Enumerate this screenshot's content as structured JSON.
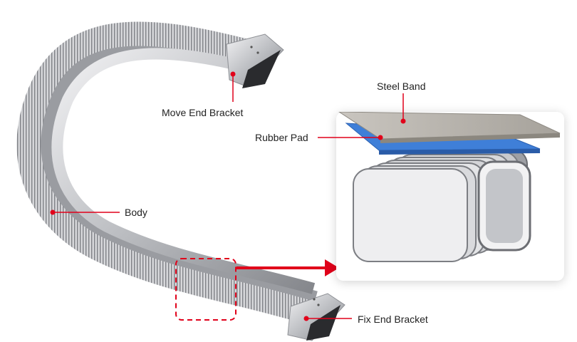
{
  "labels": {
    "move_end_bracket": "Move End Bracket",
    "body": "Body",
    "fix_end_bracket": "Fix End Bracket",
    "steel_band": "Steel Band",
    "rubber_pad": "Rubber Pad"
  },
  "colors": {
    "callout": "#e1001a",
    "rubber_pad": "#3f7fd8",
    "steel_band": "#b9b4ad",
    "metal_light": "#e8e8ea",
    "metal_dark": "#8e9095"
  }
}
